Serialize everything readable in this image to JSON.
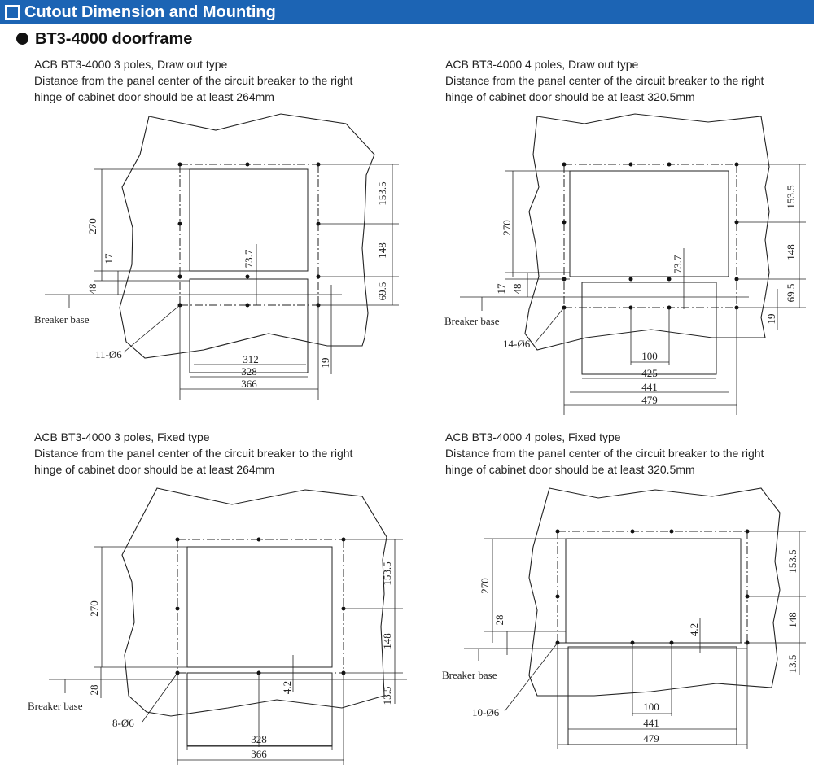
{
  "header": {
    "title": "Cutout Dimension and Mounting"
  },
  "section": {
    "title": "BT3-4000 doorframe"
  },
  "panels": [
    {
      "title": "ACB BT3-4000 3 poles, Draw out type",
      "line1": "Distance from the panel center of the circuit breaker to the right",
      "line2": "hinge of cabinet door should be at least 264mm",
      "dims": {
        "h_total": "270",
        "h_top": "153.5",
        "h_mid": "148",
        "h_bot": "69.5",
        "d17": "17",
        "d48": "48",
        "d73": "73.7",
        "d19": "19",
        "w1": "312",
        "w2": "328",
        "w3": "366",
        "holes": "11-Ø6",
        "base": "Breaker base"
      }
    },
    {
      "title": "ACB BT3-4000 4 poles, Draw out type",
      "line1": "Distance from the panel center of the circuit breaker to the right",
      "line2": "hinge of cabinet door should be at least 320.5mm",
      "dims": {
        "h_total": "270",
        "h_top": "153.5",
        "h_mid": "148",
        "h_bot": "69.5",
        "d17": "17",
        "d48": "48",
        "d73": "73.7",
        "d19": "19",
        "w0": "100",
        "w1": "425",
        "w2": "441",
        "w3": "479",
        "holes": "14-Ø6",
        "base": "Breaker base"
      }
    },
    {
      "title": "ACB BT3-4000 3 poles, Fixed type",
      "line1": "Distance from the panel center of the circuit breaker to the right",
      "line2": "hinge of cabinet door should be at least 264mm",
      "dims": {
        "h_total": "270",
        "h_top": "153.5",
        "h_mid": "148",
        "h_bot": "13.5",
        "d28": "28",
        "d4": "4.2",
        "w2": "328",
        "w3": "366",
        "holes": "8-Ø6",
        "base": "Breaker base"
      }
    },
    {
      "title": "ACB BT3-4000 4 poles, Fixed type",
      "line1": "Distance from the panel center of the circuit breaker to the right",
      "line2": "hinge of cabinet door should be at least 320.5mm",
      "dims": {
        "h_total": "270",
        "h_top": "153.5",
        "h_mid": "148",
        "h_bot": "13.5",
        "d28": "28",
        "d4": "4.2",
        "w0": "100",
        "w2": "441",
        "w3": "479",
        "holes": "10-Ø6",
        "base": "Breaker base"
      }
    }
  ]
}
